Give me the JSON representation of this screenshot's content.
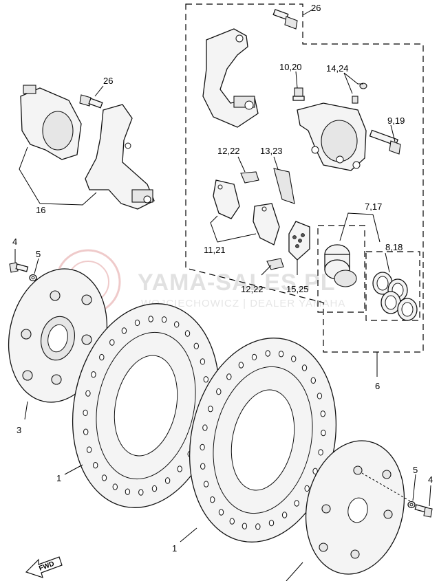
{
  "callouts": {
    "c26_top": "26",
    "c26_left": "26",
    "c10_20": "10,20",
    "c14_24": "14,24",
    "c9_19": "9,19",
    "c12_22_top": "12,22",
    "c13_23": "13,23",
    "c16": "16",
    "c7_17": "7,17",
    "c11_21": "11,21",
    "c8_18": "8,18",
    "c4_left": "4",
    "c5_left": "5",
    "c12_22_bottom": "12,22",
    "c15_25": "15,25",
    "c6": "6",
    "c3": "3",
    "c1_left": "1",
    "c5_right": "5",
    "c4_right": "4",
    "c1_bottom": "1"
  },
  "watermark": {
    "brand": "YAMA-SALES.PL",
    "sub": "WOJCIECHOWICZ | DEALER YAMAHA",
    "color": "#e3a0a0"
  },
  "fwd_label": "FWD",
  "colors": {
    "line": "#111111",
    "background": "#ffffff",
    "watermark": "#c9c9c9"
  }
}
